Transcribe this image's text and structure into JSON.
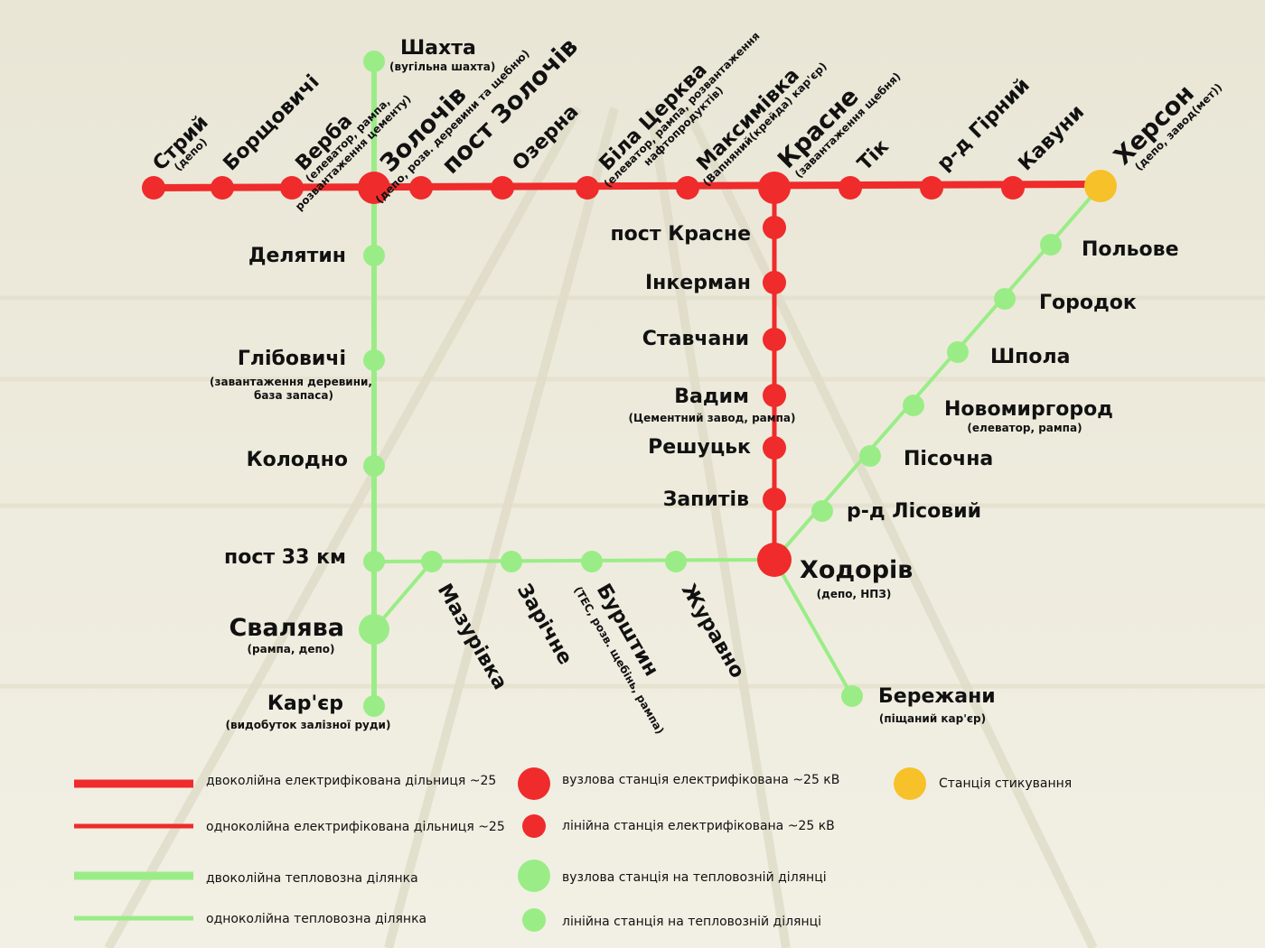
{
  "colors": {
    "electric": "#ef2b2b",
    "diesel": "#9aed86",
    "junction": "#f7c12a",
    "background": "#f3f1e7"
  },
  "stations": {
    "stryi": {
      "name": "Стрий",
      "note": "(депо)"
    },
    "bortsovychi": {
      "name": "Борщовичі",
      "note": ""
    },
    "verba": {
      "name": "Верба",
      "note": "(елеватор, рампа,",
      "note2": "розвантаження цементу)"
    },
    "zolochiv": {
      "name": "Золочів",
      "note": "(депо, розв. деревини та щебню)"
    },
    "post_zolochiv": {
      "name": "пост Золочів",
      "note": ""
    },
    "ozerna": {
      "name": "Озерна",
      "note": ""
    },
    "bila_tserkva": {
      "name": "Біла Церква",
      "note": "(елеватор, рампа, розвантаження",
      "note2": "нафтопродуктів)"
    },
    "maksymivka": {
      "name": "Максимівка",
      "note": "(Вапняний(крейда) кар'єр)"
    },
    "krasne": {
      "name": "Красне",
      "note": "(завантаження щебня)"
    },
    "tik": {
      "name": "Тік",
      "note": ""
    },
    "rd_hirnyi": {
      "name": "р-д Гірний",
      "note": ""
    },
    "kavuny": {
      "name": "Кавуни",
      "note": ""
    },
    "kherson": {
      "name": "Херсон",
      "note": "(депо, завод(мет))"
    },
    "shakhta": {
      "name": "Шахта",
      "note": "(вугільна шахта)"
    },
    "delyatyn": {
      "name": "Делятин",
      "note": ""
    },
    "hlibovychi": {
      "name": "Глібовичі",
      "note": "(завантаження деревини,",
      "note2": "база запаса)"
    },
    "kolodno": {
      "name": "Колодно",
      "note": ""
    },
    "post33": {
      "name": "пост 33 км",
      "note": ""
    },
    "svalyava": {
      "name": "Свалява",
      "note": "(рампа, депо)"
    },
    "karier": {
      "name": "Кар'єр",
      "note": "(видобуток залізної руди)"
    },
    "mazurivka": {
      "name": "Мазурівка",
      "note": ""
    },
    "zarichne": {
      "name": "Зарічне",
      "note": ""
    },
    "burshtyn": {
      "name": "Бурштин",
      "note": "(ТЕС, розв. щебінь, рампа)"
    },
    "zhuravno": {
      "name": "Журавно",
      "note": ""
    },
    "khodoriv": {
      "name": "Ходорів",
      "note": "(депо, НПЗ)"
    },
    "berezhany": {
      "name": "Бережани",
      "note": "(піщаний кар'єр)"
    },
    "post_krasne": {
      "name": "пост Красне",
      "note": ""
    },
    "inkerman": {
      "name": "Інкерман",
      "note": ""
    },
    "stavchany": {
      "name": "Ставчани",
      "note": ""
    },
    "vadym": {
      "name": "Вадим",
      "note": "(Цементний завод, рампа)"
    },
    "reshutsk": {
      "name": "Решуцьк",
      "note": ""
    },
    "zapytiv": {
      "name": "Запитів",
      "note": ""
    },
    "polove": {
      "name": "Польове",
      "note": ""
    },
    "horodok": {
      "name": "Городок",
      "note": ""
    },
    "shpola": {
      "name": "Шпола",
      "note": ""
    },
    "novomyrhorod": {
      "name": "Новомиргород",
      "note": "(елеватор, рампа)"
    },
    "pisochna": {
      "name": "Пісочна",
      "note": ""
    },
    "rd_lisovyi": {
      "name": "р-д Лісовий",
      "note": ""
    }
  },
  "legend": {
    "double_electric": "двоколійна електрифікована дільниця ~25",
    "single_electric": "одноколійна електрифікована дільниця ~25",
    "double_diesel": "двоколійна тепловозна ділянка",
    "single_diesel": "одноколійна тепловозна ділянка",
    "node_electric": "вузлова станція електрифікована ~25 кВ",
    "line_electric": "лінійна станція електрифікована ~25 кВ",
    "node_diesel": "вузлова станція на тепловозній ділянці",
    "line_diesel": "лінійна станція на тепловозній ділянці",
    "junction": "Станція стикування"
  }
}
